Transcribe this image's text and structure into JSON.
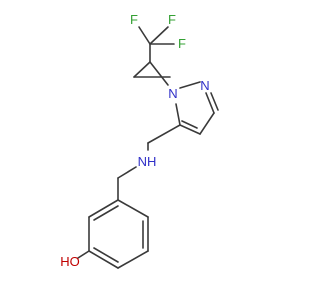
{
  "atoms": {
    "F1": "F",
    "F2": "F",
    "F3": "F",
    "N1": "N",
    "N2": "N",
    "NH": "NH",
    "OH": "HO"
  },
  "colors": {
    "carbon_bond": "#3a3a3a",
    "nitrogen": "#3030c8",
    "oxygen": "#c00000",
    "fluorine": "#33a033",
    "background": "#ffffff"
  }
}
